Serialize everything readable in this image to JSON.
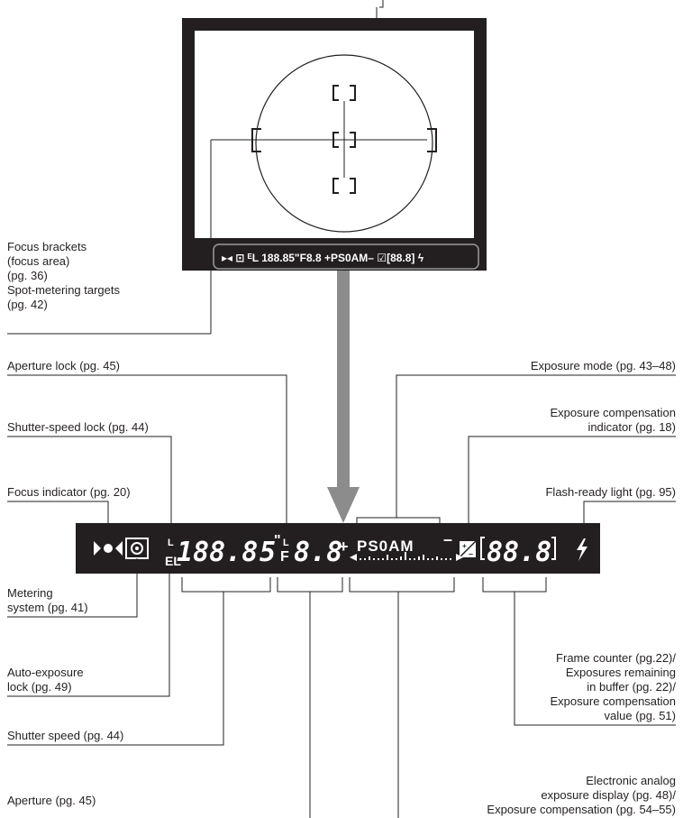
{
  "labels": {
    "focus_brackets": [
      "Focus brackets",
      "(focus area)",
      "(pg. 36)"
    ],
    "spot_metering": [
      "Spot-metering targets",
      "(pg. 42)"
    ],
    "aperture_lock": "Aperture lock (pg. 45)",
    "exposure_mode": "Exposure mode (pg. 43–48)",
    "shutter_speed_lock": "Shutter-speed lock (pg. 44)",
    "exp_comp_indicator": [
      "Exposure compensation",
      "indicator (pg. 18)"
    ],
    "focus_indicator": "Focus indicator (pg. 20)",
    "flash_ready": "Flash-ready light (pg. 95)",
    "metering_system": [
      "Metering",
      "system (pg. 41)"
    ],
    "frame_counter": [
      "Frame counter (pg.22)/",
      "Exposures remaining",
      "in buffer (pg. 22)/",
      "Exposure compensation",
      "value (pg. 51)"
    ],
    "ae_lock": [
      "Auto-exposure",
      "lock (pg. 49)"
    ],
    "shutter_speed": "Shutter speed (pg. 44)",
    "analog_display": [
      "Electronic analog",
      "exposure display (pg. 48)/",
      "Exposure compensation (pg. 54–55)"
    ],
    "aperture": "Aperture (pg. 45)"
  },
  "lcd": {
    "shutter_digits": "188.8",
    "shutter_suffix": "5",
    "seconds_mark": "\"",
    "f_mark": "F",
    "aperture_digits": "8.8",
    "plus_sign": "+",
    "minus_sign": "–",
    "modes": "PS0AM",
    "frame_digits": "88.8",
    "lock_mark": "L",
    "el_mark": "EL",
    "small_strip": "▸◂ ⊡ ᴱL 188.85\"F8.8 +PS0AM– ☑[88.8]  ϟ"
  },
  "colors": {
    "ink": "#231f20",
    "lcd_bg": "#231f20",
    "lcd_fg": "#ffffff",
    "arrow": "#8c8c8c"
  }
}
